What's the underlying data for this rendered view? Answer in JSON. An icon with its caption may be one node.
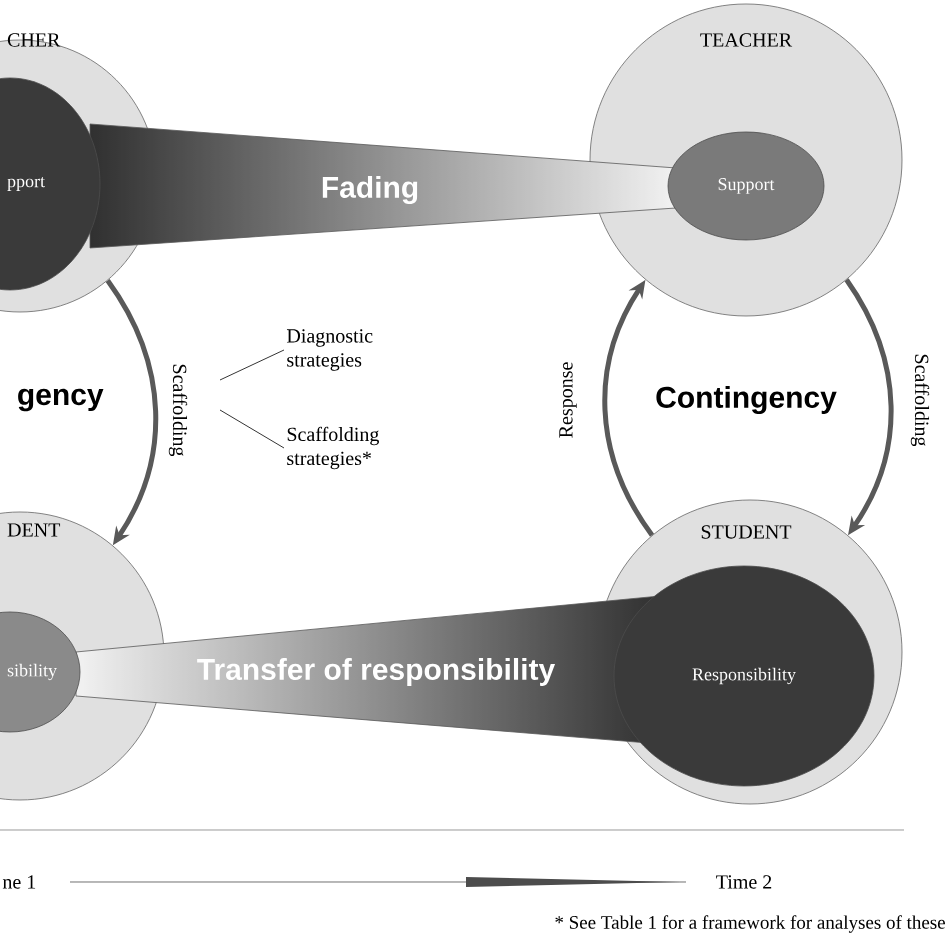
{
  "diagram": {
    "nodes": [
      {
        "text": [
          "CHER"
        ]
      },
      {
        "text": [
          "pport"
        ],
        "in": 0
      },
      {
        "text": [
          "TEACHER"
        ]
      },
      {
        "text": [
          "Support"
        ],
        "in": 2
      },
      {
        "text": [
          "Fading"
        ]
      },
      {
        "text": [
          "Diagnostic strategies"
        ]
      },
      {
        "text": [
          "Scaffolding strategies*"
        ]
      },
      {
        "text": [
          "DENT"
        ]
      },
      {
        "text": [
          "sibility"
        ],
        "in": 7
      },
      {
        "text": [
          "STUDENT"
        ]
      },
      {
        "text": [
          "Responsibility"
        ],
        "in": 9
      },
      {
        "text": [
          "Transfer of responsibility"
        ]
      }
    ],
    "edges": [
      {
        "from": 0,
        "to": 7,
        "arrow": "to",
        "label": "Scaffolding"
      },
      {
        "from": 5,
        "to": null,
        "arrow": "none"
      },
      {
        "from": 6,
        "to": null,
        "arrow": "none"
      },
      {
        "from": 9,
        "to": 2,
        "arrow": "to",
        "label": "Response"
      },
      {
        "from": 2,
        "to": 9,
        "arrow": "to",
        "label": "Scaffolding"
      }
    ],
    "labels": [
      "gency",
      "Contingency",
      "ne 1",
      "Time 2",
      "* See Table 1 for a framework for analyses of these"
    ]
  }
}
